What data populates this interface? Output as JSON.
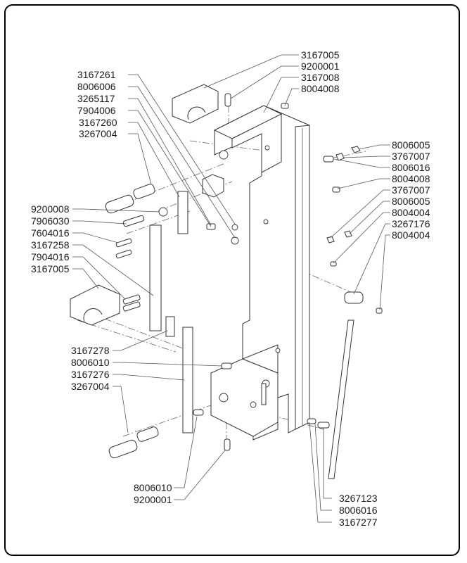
{
  "diagram": {
    "type": "exploded-parts-view",
    "labels": {
      "top_right": [
        "3167005",
        "9200001",
        "3167008",
        "8004008"
      ],
      "top_left": [
        "3167261",
        "8006006",
        "3265117",
        "7904006",
        "3167260",
        "3267004"
      ],
      "right": [
        "8006005",
        "3767007",
        "8006016",
        "8004008",
        "3767007",
        "8006005",
        "8004004",
        "3267176",
        "8004004"
      ],
      "left_middle": [
        "9200008",
        "7906030",
        "7604016",
        "3167258",
        "7904016",
        "3167005"
      ],
      "left_lower": [
        "3167278",
        "8006010",
        "3167276",
        "3267004"
      ],
      "bottom_left": [
        "8006010",
        "9200001"
      ],
      "bottom_right": [
        "3267123",
        "8006016",
        "3167277"
      ]
    }
  }
}
